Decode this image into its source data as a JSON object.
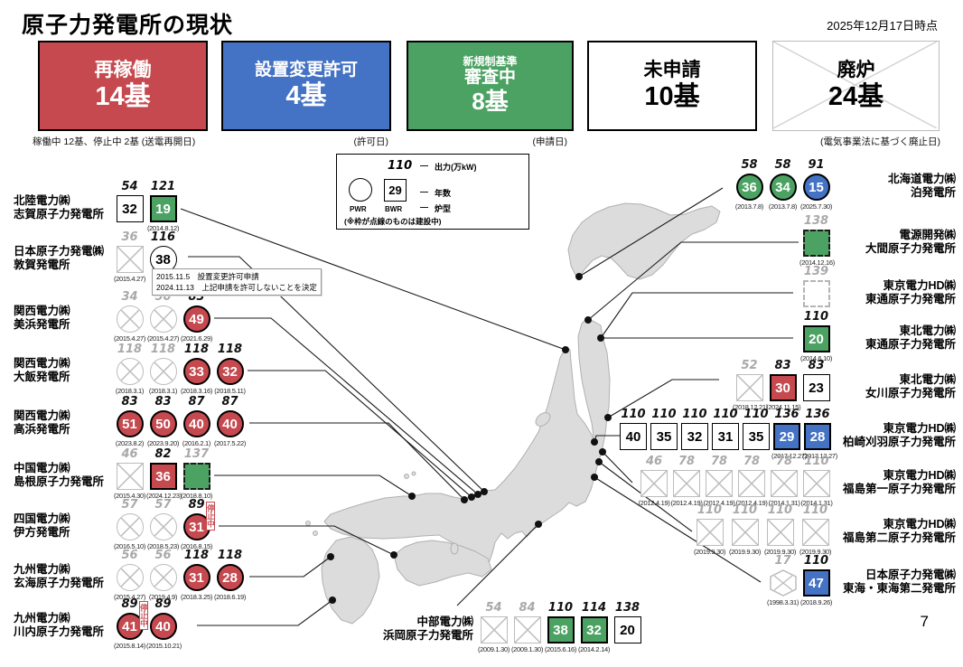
{
  "title": "原子力発電所の現状",
  "meta": {
    "as_of": "2025年12月17日時点",
    "page": "7"
  },
  "labels": {
    "stopped": "停止中"
  },
  "status_boxes": [
    {
      "label": "再稼働",
      "count": "14基",
      "caption": "稼働中 12基、停止中 2基 (送電再開日)",
      "color": "#c5494f"
    },
    {
      "label": "設置変更許可",
      "count": "4基",
      "caption": "(許可日)",
      "color": "#4472c4"
    },
    {
      "label_small": "新規制基準",
      "label": "審査中",
      "count": "8基",
      "caption": "(申請日)",
      "color": "#4ca263"
    },
    {
      "label": "未申請",
      "count": "10基",
      "caption": "",
      "color": "#ffffff"
    },
    {
      "label": "廃炉",
      "count": "24基",
      "caption": "(電気事業法に基づく廃止日)",
      "color": "#ffffff"
    }
  ],
  "legend": {
    "output_example": "110",
    "output_label": "出力(万kW)",
    "years_example": "29",
    "years_label": "年数",
    "type_label": "炉型",
    "pwr": "PWR",
    "bwr": "BWR",
    "note": "(※枠が点線のものは建設中)",
    "dash": "―"
  },
  "tsuruga_note": {
    "line1": "2015.11.5　設置変更許可申請",
    "line2": "2024.11.13　上記申請を許可しないことを決定"
  },
  "plants": [
    {
      "company": "北陸電力㈱",
      "name": "志賀原子力発電所",
      "units": [
        {
          "shape": "sq",
          "v": "white",
          "age": "32",
          "out": "54",
          "date": ""
        },
        {
          "shape": "sq",
          "v": "green",
          "age": "19",
          "out": "121",
          "date": "(2014.8.12)"
        }
      ]
    },
    {
      "company": "日本原子力発電㈱",
      "name": "敦賀発電所",
      "units": [
        {
          "shape": "sq",
          "v": "gx",
          "out": "36",
          "dim": true,
          "date": "(2015.4.27)"
        },
        {
          "shape": "ci",
          "v": "white",
          "age": "38",
          "out": "116",
          "date": ""
        }
      ]
    },
    {
      "company": "関西電力㈱",
      "name": "美浜発電所",
      "units": [
        {
          "shape": "ci",
          "v": "gx",
          "out": "34",
          "dim": true,
          "date": "(2015.4.27)"
        },
        {
          "shape": "ci",
          "v": "gx",
          "out": "50",
          "dim": true,
          "date": "(2015.4.27)"
        },
        {
          "shape": "ci",
          "v": "red",
          "age": "49",
          "out": "83",
          "date": "(2021.6.29)"
        }
      ]
    },
    {
      "company": "関西電力㈱",
      "name": "大飯発電所",
      "units": [
        {
          "shape": "ci",
          "v": "gx",
          "out": "118",
          "dim": true,
          "date": "(2018.3.1)"
        },
        {
          "shape": "ci",
          "v": "gx",
          "out": "118",
          "dim": true,
          "date": "(2018.3.1)"
        },
        {
          "shape": "ci",
          "v": "red",
          "age": "33",
          "out": "118",
          "date": "(2018.3.16)"
        },
        {
          "shape": "ci",
          "v": "red",
          "age": "32",
          "out": "118",
          "date": "(2018.5.11)"
        }
      ]
    },
    {
      "company": "関西電力㈱",
      "name": "高浜発電所",
      "units": [
        {
          "shape": "ci",
          "v": "red",
          "age": "51",
          "out": "83",
          "date": "(2023.8.2)"
        },
        {
          "shape": "ci",
          "v": "red",
          "age": "50",
          "out": "83",
          "date": "(2023.9.20)"
        },
        {
          "shape": "ci",
          "v": "red",
          "age": "40",
          "out": "87",
          "date": "(2016.2.1)"
        },
        {
          "shape": "ci",
          "v": "red",
          "age": "40",
          "out": "87",
          "date": "(2017.5.22)"
        }
      ]
    },
    {
      "company": "中国電力㈱",
      "name": "島根原子力発電所",
      "units": [
        {
          "shape": "sq",
          "v": "gx",
          "out": "46",
          "dim": true,
          "date": "(2015.4.30)"
        },
        {
          "shape": "sq",
          "v": "red",
          "age": "36",
          "out": "82",
          "date": "(2024.12.23)"
        },
        {
          "shape": "sq",
          "v": "gd",
          "out": "137",
          "dim": true,
          "date": "(2018.8.10)"
        }
      ]
    },
    {
      "company": "四国電力㈱",
      "name": "伊方発電所",
      "units": [
        {
          "shape": "ci",
          "v": "gx",
          "out": "57",
          "dim": true,
          "date": "(2016.5.10)"
        },
        {
          "shape": "ci",
          "v": "gx",
          "out": "57",
          "dim": true,
          "date": "(2018.5.23)"
        },
        {
          "shape": "ci",
          "v": "red",
          "age": "31",
          "out": "89",
          "date": "(2016.8.15)",
          "stop": true
        }
      ]
    },
    {
      "company": "九州電力㈱",
      "name": "玄海原子力発電所",
      "units": [
        {
          "shape": "ci",
          "v": "gx",
          "out": "56",
          "dim": true,
          "date": "(2015.4.27)"
        },
        {
          "shape": "ci",
          "v": "gx",
          "out": "56",
          "dim": true,
          "date": "(2019.4.9)"
        },
        {
          "shape": "ci",
          "v": "red",
          "age": "31",
          "out": "118",
          "date": "(2018.3.25)"
        },
        {
          "shape": "ci",
          "v": "red",
          "age": "28",
          "out": "118",
          "date": "(2018.6.19)"
        }
      ]
    },
    {
      "company": "九州電力㈱",
      "name": "川内原子力発電所",
      "units": [
        {
          "shape": "ci",
          "v": "red",
          "age": "41",
          "out": "89",
          "date": "(2015.8.14)",
          "stop": true
        },
        {
          "shape": "ci",
          "v": "red",
          "age": "40",
          "out": "89",
          "date": "(2015.10.21)"
        }
      ]
    },
    {
      "company": "中部電力㈱",
      "name": "浜岡原子力発電所",
      "units": [
        {
          "shape": "sq",
          "v": "gx",
          "out": "54",
          "dim": true,
          "date": "(2009.1.30)"
        },
        {
          "shape": "sq",
          "v": "gx",
          "out": "84",
          "dim": true,
          "date": "(2009.1.30)"
        },
        {
          "shape": "sq",
          "v": "green",
          "age": "38",
          "out": "110",
          "date": "(2015.6.16)"
        },
        {
          "shape": "sq",
          "v": "green",
          "age": "32",
          "out": "114",
          "date": "(2014.2.14)"
        },
        {
          "shape": "sq",
          "v": "white",
          "age": "20",
          "out": "138",
          "date": ""
        }
      ]
    },
    {
      "company": "北海道電力㈱",
      "name": "泊発電所",
      "units": [
        {
          "shape": "ci",
          "v": "green",
          "age": "36",
          "out": "58",
          "date": "(2013.7.8)"
        },
        {
          "shape": "ci",
          "v": "green",
          "age": "34",
          "out": "58",
          "date": "(2013.7.8)"
        },
        {
          "shape": "ci",
          "v": "blue",
          "age": "15",
          "out": "91",
          "date": "(2025.7.30)"
        }
      ]
    },
    {
      "company": "電源開発㈱",
      "name": "大間原子力発電所",
      "units": [
        {
          "shape": "sq",
          "v": "gd",
          "out": "138",
          "dim": true,
          "date": "(2014.12.16)"
        }
      ]
    },
    {
      "company": "東京電力HD㈱",
      "name": "東通原子力発電所",
      "units": [
        {
          "shape": "sq",
          "v": "wd",
          "out": "139",
          "dim": true,
          "date": ""
        }
      ]
    },
    {
      "company": "東北電力㈱",
      "name": "東通原子力発電所",
      "units": [
        {
          "shape": "sq",
          "v": "green",
          "age": "20",
          "out": "110",
          "date": "(2014.6.10)"
        }
      ]
    },
    {
      "company": "東北電力㈱",
      "name": "女川原子力発電所",
      "units": [
        {
          "shape": "sq",
          "v": "gx",
          "out": "52",
          "dim": true,
          "date": "(2018.12.21)"
        },
        {
          "shape": "sq",
          "v": "red",
          "age": "30",
          "out": "83",
          "date": "(2024.11.15)"
        },
        {
          "shape": "sq",
          "v": "white",
          "age": "23",
          "out": "83",
          "date": ""
        }
      ]
    },
    {
      "company": "東京電力HD㈱",
      "name": "柏崎刈羽原子力発電所",
      "units": [
        {
          "shape": "sq",
          "v": "white",
          "age": "40",
          "out": "110",
          "date": ""
        },
        {
          "shape": "sq",
          "v": "white",
          "age": "35",
          "out": "110",
          "date": ""
        },
        {
          "shape": "sq",
          "v": "white",
          "age": "32",
          "out": "110",
          "date": ""
        },
        {
          "shape": "sq",
          "v": "white",
          "age": "31",
          "out": "110",
          "date": ""
        },
        {
          "shape": "sq",
          "v": "white",
          "age": "35",
          "out": "110",
          "date": ""
        },
        {
          "shape": "sq",
          "v": "blue",
          "age": "29",
          "out": "136",
          "date": "(2017.12.27)"
        },
        {
          "shape": "sq",
          "v": "blue",
          "age": "28",
          "out": "136",
          "date": "(2017.12.27)"
        }
      ]
    },
    {
      "company": "東京電力HD㈱",
      "name": "福島第一原子力発電所",
      "units": [
        {
          "shape": "sq",
          "v": "gx",
          "out": "46",
          "dim": true,
          "date": "(2012.4.19)"
        },
        {
          "shape": "sq",
          "v": "gx",
          "out": "78",
          "dim": true,
          "date": "(2012.4.19)"
        },
        {
          "shape": "sq",
          "v": "gx",
          "out": "78",
          "dim": true,
          "date": "(2012.4.19)"
        },
        {
          "shape": "sq",
          "v": "gx",
          "out": "78",
          "dim": true,
          "date": "(2012.4.19)"
        },
        {
          "shape": "sq",
          "v": "gx",
          "out": "78",
          "dim": true,
          "date": "(2014.1.31)"
        },
        {
          "shape": "sq",
          "v": "gx",
          "out": "110",
          "dim": true,
          "date": "(2014.1.31)"
        }
      ]
    },
    {
      "company": "東京電力HD㈱",
      "name": "福島第二原子力発電所",
      "units": [
        {
          "shape": "sq",
          "v": "gx",
          "out": "110",
          "dim": true,
          "date": "(2019.9.30)"
        },
        {
          "shape": "sq",
          "v": "gx",
          "out": "110",
          "dim": true,
          "date": "(2019.9.30)"
        },
        {
          "shape": "sq",
          "v": "gx",
          "out": "110",
          "dim": true,
          "date": "(2019.9.30)"
        },
        {
          "shape": "sq",
          "v": "gx",
          "out": "110",
          "dim": true,
          "date": "(2019.9.30)"
        }
      ]
    },
    {
      "company": "日本原子力発電㈱",
      "name": "東海・東海第二発電所",
      "units": [
        {
          "shape": "hex",
          "v": "gx",
          "out": "17",
          "dim": true,
          "date": "(1998.3.31)"
        },
        {
          "shape": "sq",
          "v": "blue",
          "age": "47",
          "out": "110",
          "date": "(2018.9.26)"
        }
      ]
    }
  ]
}
